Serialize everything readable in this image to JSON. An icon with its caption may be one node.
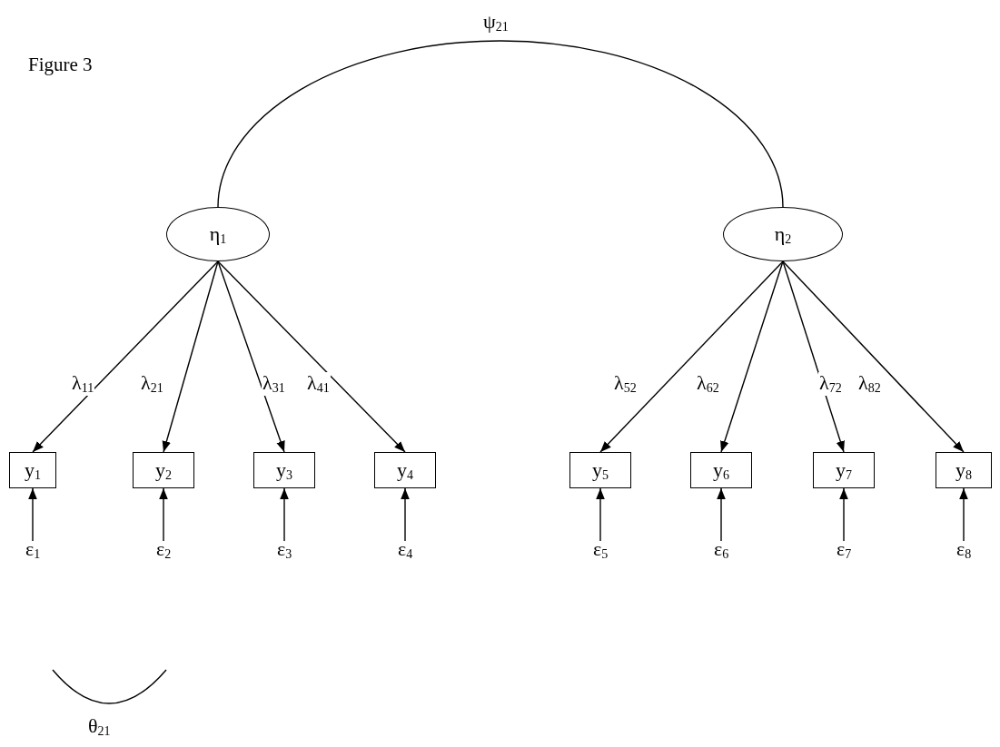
{
  "diagram": {
    "title": "Figure 3",
    "nodes": [
      {
        "text": [
          "η$_{1}$"
        ]
      },
      {
        "text": [
          "η$_{2}$"
        ]
      },
      {
        "text": [
          "y$_{1}$"
        ]
      },
      {
        "text": [
          "y$_{2}$"
        ]
      },
      {
        "text": [
          "y$_{3}$"
        ]
      },
      {
        "text": [
          "y$_{4}$"
        ]
      },
      {
        "text": [
          "y$_{5}$"
        ]
      },
      {
        "text": [
          "y$_{6}$"
        ]
      },
      {
        "text": [
          "y$_{7}$"
        ]
      },
      {
        "text": [
          "y$_{8}$"
        ]
      },
      {
        "text": [
          "ε$_{1}$"
        ]
      },
      {
        "text": [
          "ε$_{2}$"
        ]
      },
      {
        "text": [
          "ε$_{3}$"
        ]
      },
      {
        "text": [
          "ε$_{4}$"
        ]
      },
      {
        "text": [
          "ε$_{5}$"
        ]
      },
      {
        "text": [
          "ε$_{6}$"
        ]
      },
      {
        "text": [
          "ε$_{7}$"
        ]
      },
      {
        "text": [
          "ε$_{8}$"
        ]
      }
    ],
    "edges": [
      {
        "from": 0,
        "to": 2,
        "arrow": "to",
        "label": "λ$_{11}$"
      },
      {
        "from": 0,
        "to": 3,
        "arrow": "to",
        "label": "λ$_{21}$"
      },
      {
        "from": 0,
        "to": 4,
        "arrow": "to",
        "label": "λ$_{31}$"
      },
      {
        "from": 0,
        "to": 5,
        "arrow": "to",
        "label": "λ$_{41}$"
      },
      {
        "from": 1,
        "to": 6,
        "arrow": "to",
        "label": "λ$_{52}$"
      },
      {
        "from": 1,
        "to": 7,
        "arrow": "to",
        "label": "λ$_{62}$"
      },
      {
        "from": 1,
        "to": 8,
        "arrow": "to",
        "label": "λ$_{72}$"
      },
      {
        "from": 1,
        "to": 9,
        "arrow": "to",
        "label": "λ$_{82}$"
      },
      {
        "from": 10,
        "to": 2,
        "arrow": "to"
      },
      {
        "from": 11,
        "to": 3,
        "arrow": "to"
      },
      {
        "from": 12,
        "to": 4,
        "arrow": "to"
      },
      {
        "from": 13,
        "to": 5,
        "arrow": "to"
      },
      {
        "from": 14,
        "to": 6,
        "arrow": "to"
      },
      {
        "from": 15,
        "to": 7,
        "arrow": "to"
      },
      {
        "from": 16,
        "to": 8,
        "arrow": "to"
      },
      {
        "from": 17,
        "to": 9,
        "arrow": "to"
      },
      {
        "from": 0,
        "to": 1,
        "arrow": "none",
        "label": "ψ$_{21}$"
      }
    ],
    "labels": [
      "θ$_{21}$"
    ]
  }
}
